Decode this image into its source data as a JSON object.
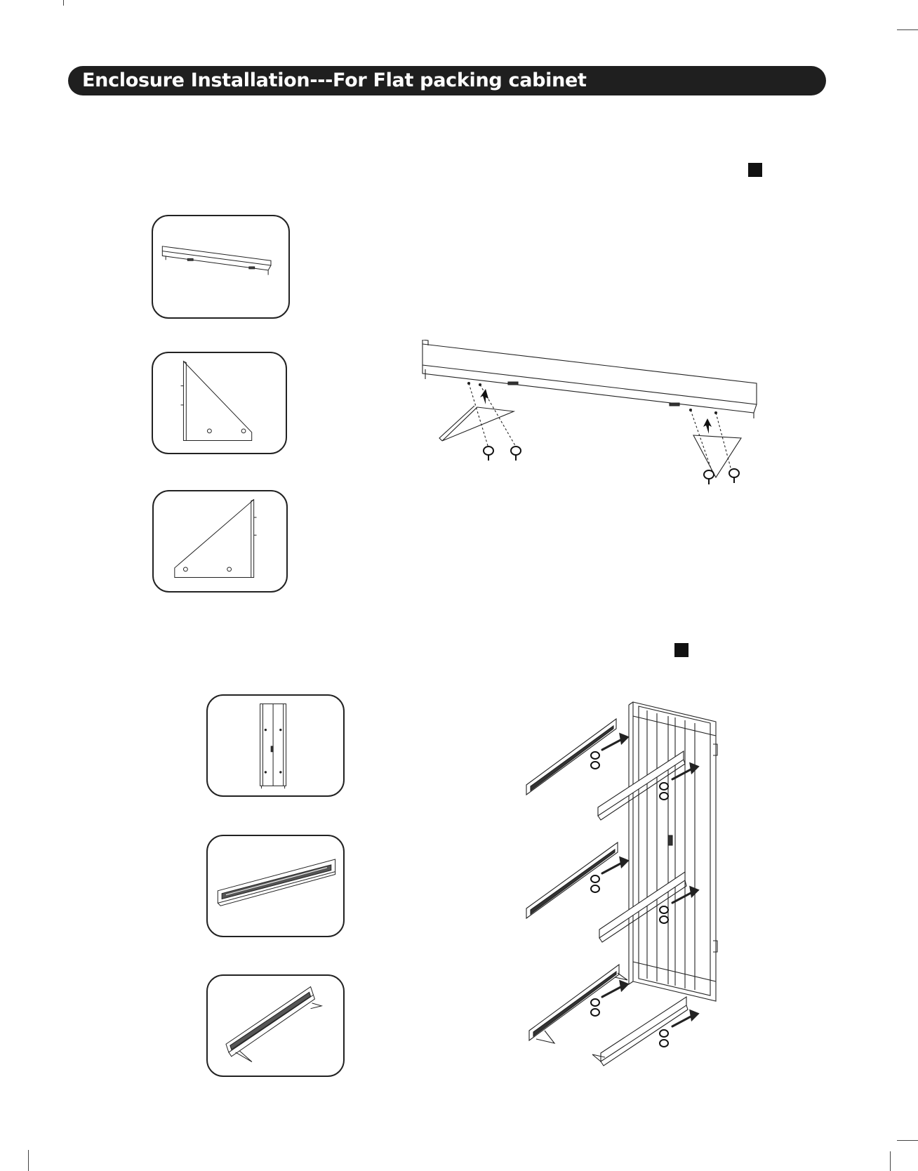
{
  "page": {
    "title": "Enclosure  Installation---For Flat packing cabinet"
  },
  "steps": [
    {
      "parts": [
        "top-rail-part",
        "right-triangle-bracket-part",
        "left-triangle-bracket-part"
      ],
      "diagram": "rail-bracket-assembly-diagram"
    },
    {
      "parts": [
        "cabinet-part",
        "side-rail-part",
        "rail-with-bracket-part"
      ],
      "diagram": "cabinet-frame-assembly-diagram"
    }
  ]
}
